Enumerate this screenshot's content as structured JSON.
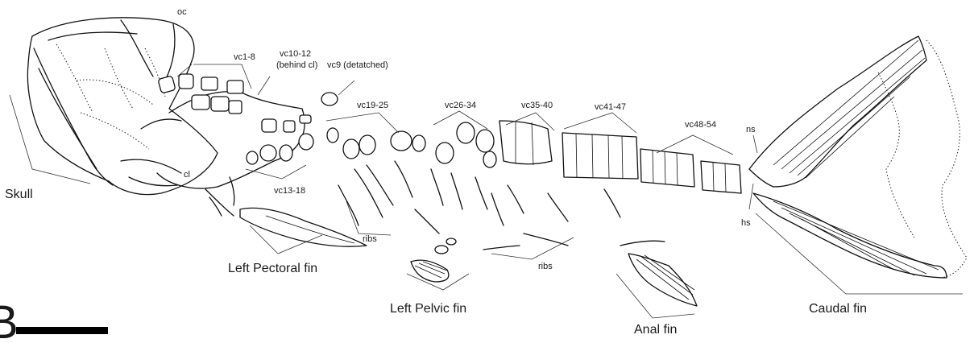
{
  "panel_letter": "B",
  "labels": {
    "oc": "oc",
    "vc1_8": "vc1-8",
    "vc10_12": "vc10-12",
    "behind_cl": "(behind cl)",
    "vc9": "vc9 (detatched)",
    "vc19_25": "vc19-25",
    "vc26_34": "vc26-34",
    "vc35_40": "vc35-40",
    "vc41_47": "vc41-47",
    "vc48_54": "vc48-54",
    "ns": "ns",
    "hs": "hs",
    "cl": "cl",
    "vc13_18": "vc13-18",
    "ribs_1": "ribs",
    "ribs_2": "ribs",
    "skull": "Skull",
    "left_pectoral_fin": "Left Pectoral fin",
    "left_pelvic_fin": "Left Pelvic fin",
    "anal_fin": "Anal fin",
    "caudal_fin": "Caudal fin"
  }
}
